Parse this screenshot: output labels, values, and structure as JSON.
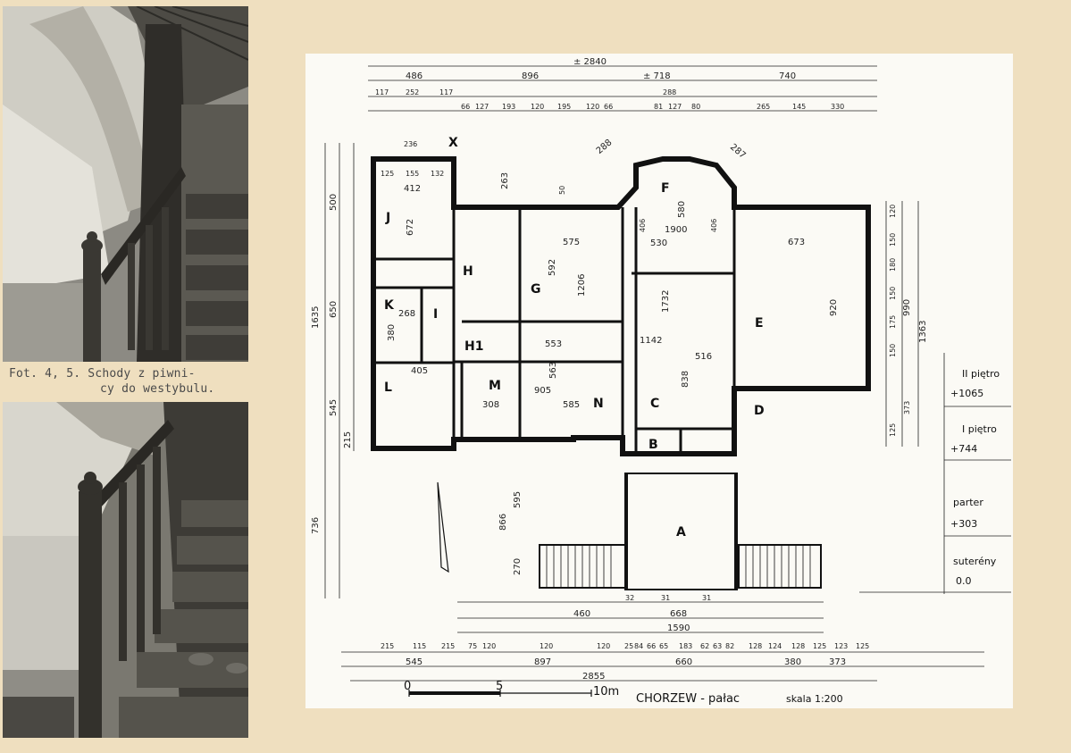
{
  "caption": {
    "line1": "Fot. 4, 5. Schody z piwni-",
    "line2": "cy do westybulu."
  },
  "plan": {
    "title": "CHORZEW - pałac",
    "scale": "skala 1:200",
    "scalebar": {
      "zero": "0",
      "five": "5",
      "ten": "10m"
    },
    "rooms": [
      "A",
      "B",
      "C",
      "D",
      "E",
      "F",
      "G",
      "H",
      "H1",
      "I",
      "J",
      "K",
      "L",
      "M",
      "N",
      "X"
    ],
    "top_dims": {
      "overall": "± 2840",
      "row2": [
        "486",
        "896",
        "± 718",
        "740"
      ],
      "row3": [
        "117",
        "252",
        "117",
        "288"
      ],
      "row4": [
        "66",
        "127",
        "193",
        "120",
        "195",
        "120",
        "66",
        "81",
        "127",
        "80",
        "265",
        "145",
        "330"
      ]
    },
    "bottom_dims": {
      "row1": [
        "32",
        "31",
        "31"
      ],
      "row2": [
        "460",
        "668"
      ],
      "row3": [
        "1590"
      ],
      "row4": [
        "215",
        "115",
        "215",
        "75",
        "120",
        "120",
        "120",
        "25",
        "84",
        "66",
        "65",
        "183",
        "62",
        "63",
        "82",
        "128",
        "124",
        "128",
        "125",
        "123",
        "125"
      ],
      "row5": [
        "545",
        "897",
        "660",
        "380",
        "373"
      ],
      "overall": "2855"
    },
    "left_dims": [
      "1635",
      "736",
      "500",
      "650",
      "545",
      "215",
      "866",
      "595",
      "270"
    ],
    "right_dims": [
      "120",
      "150",
      "180",
      "150",
      "175",
      "150",
      "990",
      "1363",
      "373",
      "125"
    ],
    "room_dims": [
      "236",
      "125",
      "155",
      "132",
      "412",
      "672",
      "268",
      "380",
      "405",
      "308",
      "553",
      "563",
      "585",
      "905",
      "575",
      "1206",
      "592",
      "1142",
      "1732",
      "838",
      "516",
      "530",
      "580",
      "1900",
      "406",
      "406",
      "673",
      "920",
      "288",
      "287",
      "263",
      "50"
    ],
    "levels": [
      {
        "label": "II piętro",
        "value": "+1065"
      },
      {
        "label": "I piętro",
        "value": "+744"
      },
      {
        "label": "parter",
        "value": "+303"
      },
      {
        "label": "suterény",
        "value": "0.0"
      }
    ]
  }
}
